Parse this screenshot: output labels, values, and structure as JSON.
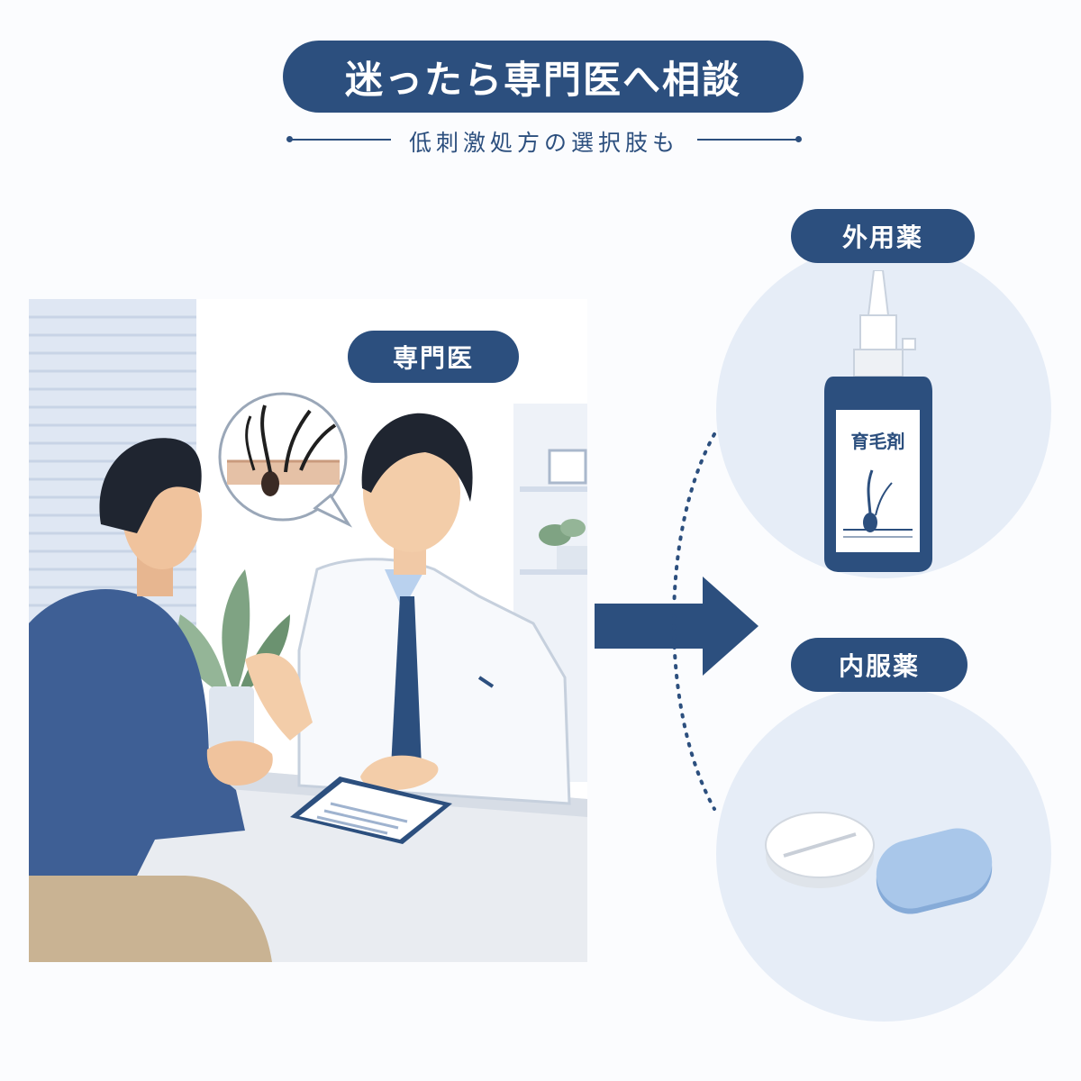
{
  "header": {
    "title": "迷ったら専門医へ相談",
    "subtitle": "低刺激処方の選択肢も"
  },
  "consultation": {
    "specialist_label": "専門医"
  },
  "options": {
    "topical": {
      "label": "外用薬",
      "bottle_label": "育毛剤"
    },
    "oral": {
      "label": "内服薬"
    }
  },
  "colors": {
    "navy": "#2c4f7e",
    "circle_bg": "#e6edf7",
    "shirt_blue": "#3e5f95",
    "pill_blue": "#a9c7ea"
  }
}
